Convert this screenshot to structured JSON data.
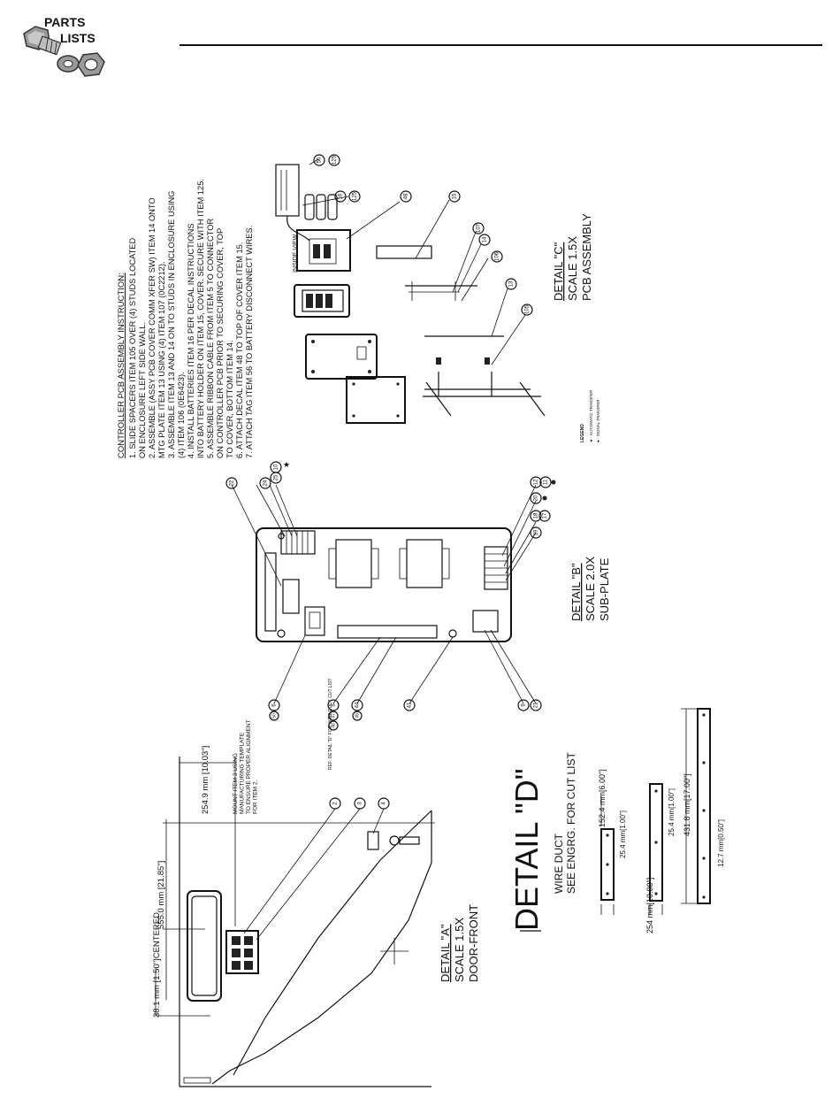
{
  "header": {
    "logo_line1": "PARTS",
    "logo_line2": "LISTS"
  },
  "instructions": {
    "title": "CONTROLLER PCB ASSEMBLY INSTRUCTION:",
    "lines": [
      "1.  SLIDE SPACERS ITEM 105 OVER (4) STUDS LOCATED",
      "     ON ENCLOSURE LEFT SIDE WALL.",
      "2.  ASSEMBLE (ASSY PCB COVER COMM XFER SW) ITEM 14 ONTO",
      "     MTG PLATE ITEM 13 USING (4) ITEM 107 (0C2212).",
      "3.  ASSEMBLE ITEM 13 AND 14 ON TO STUDS IN ENCLOSURE USING",
      "     (4) ITEM 106 (0E6423).",
      "4.  INSTALL BATTERIES ITEM 16 PER DECAL INSTRUCTIONS",
      "     INTO BATTERY HOLDER ON ITEM 15, COVER. SECURE WITH ITEM 125.",
      "5.  ASSEMBLE RIBBON CABLE FROM ITEM 5 TO CONNECTOR",
      "     ON CONTROLLER PCB PRIOR TO SECURING COVER, TOP",
      "     TO COVER, BOTTOM ITEM 14.",
      "6.  ATTACH DECAL ITEM 48 TO TOP OF COVER ITEM 15.",
      "7.  ATTACH TAG ITEM 56 TO BATTERY DISCONNECT WIRES."
    ]
  },
  "detail_c": {
    "title": "DETAIL \"C\"",
    "scale": "SCALE 1.5X",
    "subtitle": "PCB ASSEMBLY",
    "inside_view": "INSIDE VIEW",
    "balloons": [
      "56",
      "125",
      "16",
      "125",
      "48",
      "15",
      "107",
      "14",
      "106",
      "13",
      "105"
    ],
    "legend_title": "LEGEND",
    "legend_1": "★ - AUTOMATIC TRANSFER",
    "legend_2": "● - SIGNAL TRANSFER"
  },
  "detail_b": {
    "title": "DETAIL \"B\"",
    "scale": "SCALE 2.0X",
    "subtitle": "SUB-PLATE",
    "balloons_top": [
      "22",
      "24",
      "25",
      "10"
    ],
    "balloons_right": [
      "12",
      "11",
      "20",
      "18",
      "17",
      "19"
    ],
    "balloons_bottom": [
      "9",
      "21",
      "41",
      "44",
      "8",
      "6"
    ],
    "balloons_left": [
      "47",
      "46",
      "45",
      "50"
    ],
    "note": "REF: DETAIL \"D\" FOR WIRE DUCT CUT LIST"
  },
  "detail_a": {
    "title": "DETAIL \"A\"",
    "scale": "SCALE 1.5X",
    "subtitle": "DOOR-FRONT",
    "balloons": [
      "2",
      "3",
      "4"
    ],
    "note_lines": [
      "MOUNT ITEM 3 USING",
      "MANUFACTURING TEMPLATE",
      "TO ENSURE PROPER ALIGNMENT",
      "FOR ITEM 2."
    ],
    "dim_1": "254.9 mm [10.03\"]",
    "dim_2": "555.0 mm [21.85\"]",
    "dim_3": "38.1 mm [1.50\"]CENTERED"
  },
  "detail_d": {
    "title": "DETAIL \"D\"",
    "subtitle_1": "WIRE DUCT",
    "subtitle_2": "SEE ENGRG. FOR CUT LIST",
    "dim_1": "152.4 mm[6.00\"]",
    "dim_2": "25.4 mm[1.00\"]",
    "dim_3": "254 mm[10.00\"]",
    "dim_4": "25.4 mm[1.00\"]",
    "dim_5": "431.8 mm[17.00\"]",
    "dim_6": "12.7 mm[0.50\"]"
  }
}
